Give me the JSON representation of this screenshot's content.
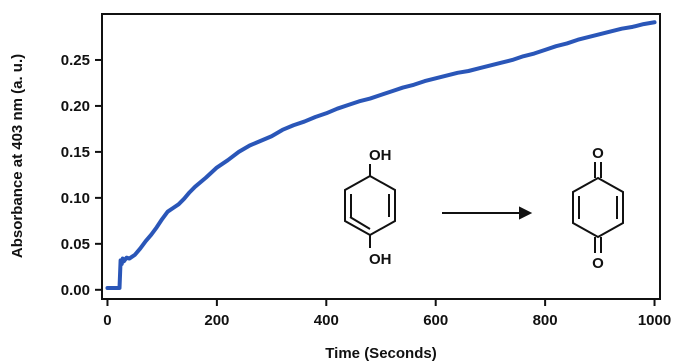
{
  "chart_data": {
    "type": "line",
    "xlabel": "Time (Seconds)",
    "ylabel": "Absorbance at 403 nm (a. u.)",
    "xlim": [
      -10,
      1010
    ],
    "ylim": [
      -0.01,
      0.3
    ],
    "x_ticks": [
      0,
      200,
      400,
      600,
      800,
      1000
    ],
    "y_ticks": [
      0.0,
      0.05,
      0.1,
      0.15,
      0.2,
      0.25
    ],
    "x_tick_labels": [
      "0",
      "200",
      "400",
      "600",
      "800",
      "1000"
    ],
    "y_tick_labels": [
      "0.00",
      "0.05",
      "0.10",
      "0.15",
      "0.20",
      "0.25"
    ],
    "grid": false,
    "series": [
      {
        "color": "#2a56b8",
        "x": [
          0,
          5,
          10,
          15,
          20,
          22,
          24,
          26,
          28,
          30,
          35,
          40,
          45,
          50,
          60,
          70,
          80,
          90,
          100,
          110,
          120,
          130,
          140,
          150,
          160,
          180,
          200,
          220,
          240,
          260,
          280,
          300,
          320,
          340,
          360,
          380,
          400,
          420,
          440,
          460,
          480,
          500,
          520,
          540,
          560,
          580,
          600,
          620,
          640,
          660,
          680,
          700,
          720,
          740,
          760,
          780,
          800,
          820,
          840,
          860,
          880,
          900,
          920,
          940,
          960,
          980,
          1000
        ],
        "y": [
          0.002,
          0.002,
          0.002,
          0.002,
          0.002,
          0.002,
          0.032,
          0.028,
          0.034,
          0.031,
          0.035,
          0.034,
          0.036,
          0.038,
          0.045,
          0.053,
          0.06,
          0.068,
          0.077,
          0.085,
          0.089,
          0.093,
          0.099,
          0.106,
          0.112,
          0.122,
          0.133,
          0.141,
          0.15,
          0.157,
          0.162,
          0.167,
          0.174,
          0.179,
          0.183,
          0.188,
          0.192,
          0.197,
          0.201,
          0.205,
          0.208,
          0.212,
          0.216,
          0.22,
          0.223,
          0.227,
          0.23,
          0.233,
          0.236,
          0.238,
          0.241,
          0.244,
          0.247,
          0.25,
          0.254,
          0.257,
          0.261,
          0.265,
          0.268,
          0.272,
          0.275,
          0.278,
          0.281,
          0.284,
          0.286,
          0.289,
          0.291
        ]
      }
    ]
  },
  "inset": {
    "reactant_top": "OH",
    "reactant_bottom": "OH",
    "product_top": "O",
    "product_bottom": "O"
  }
}
